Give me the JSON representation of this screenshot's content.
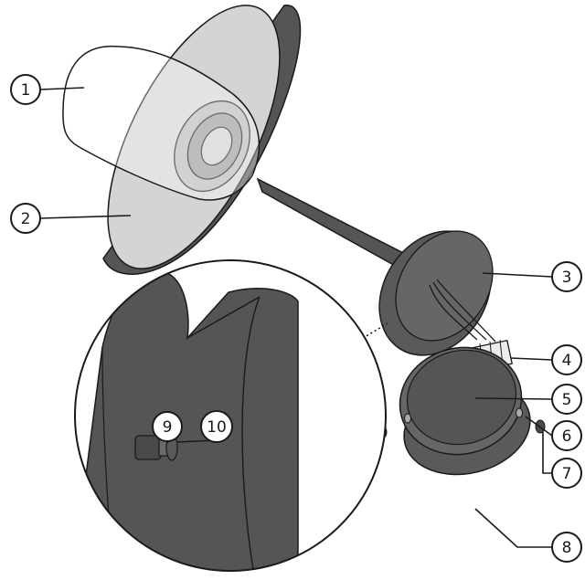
{
  "callouts": [
    {
      "id": "c1",
      "label": "1"
    },
    {
      "id": "c2",
      "label": "2"
    },
    {
      "id": "c3",
      "label": "3"
    },
    {
      "id": "c4",
      "label": "4"
    },
    {
      "id": "c5",
      "label": "5"
    },
    {
      "id": "c6",
      "label": "6"
    },
    {
      "id": "c7",
      "label": "7"
    },
    {
      "id": "c8",
      "label": "8"
    },
    {
      "id": "c9",
      "label": "9"
    },
    {
      "id": "c10",
      "label": "10"
    }
  ],
  "colors": {
    "dark_gray": "#555555",
    "shade_gray": "#6a6a6a",
    "light_gray": "#d4d4d4",
    "outline": "#1a1a1a"
  }
}
